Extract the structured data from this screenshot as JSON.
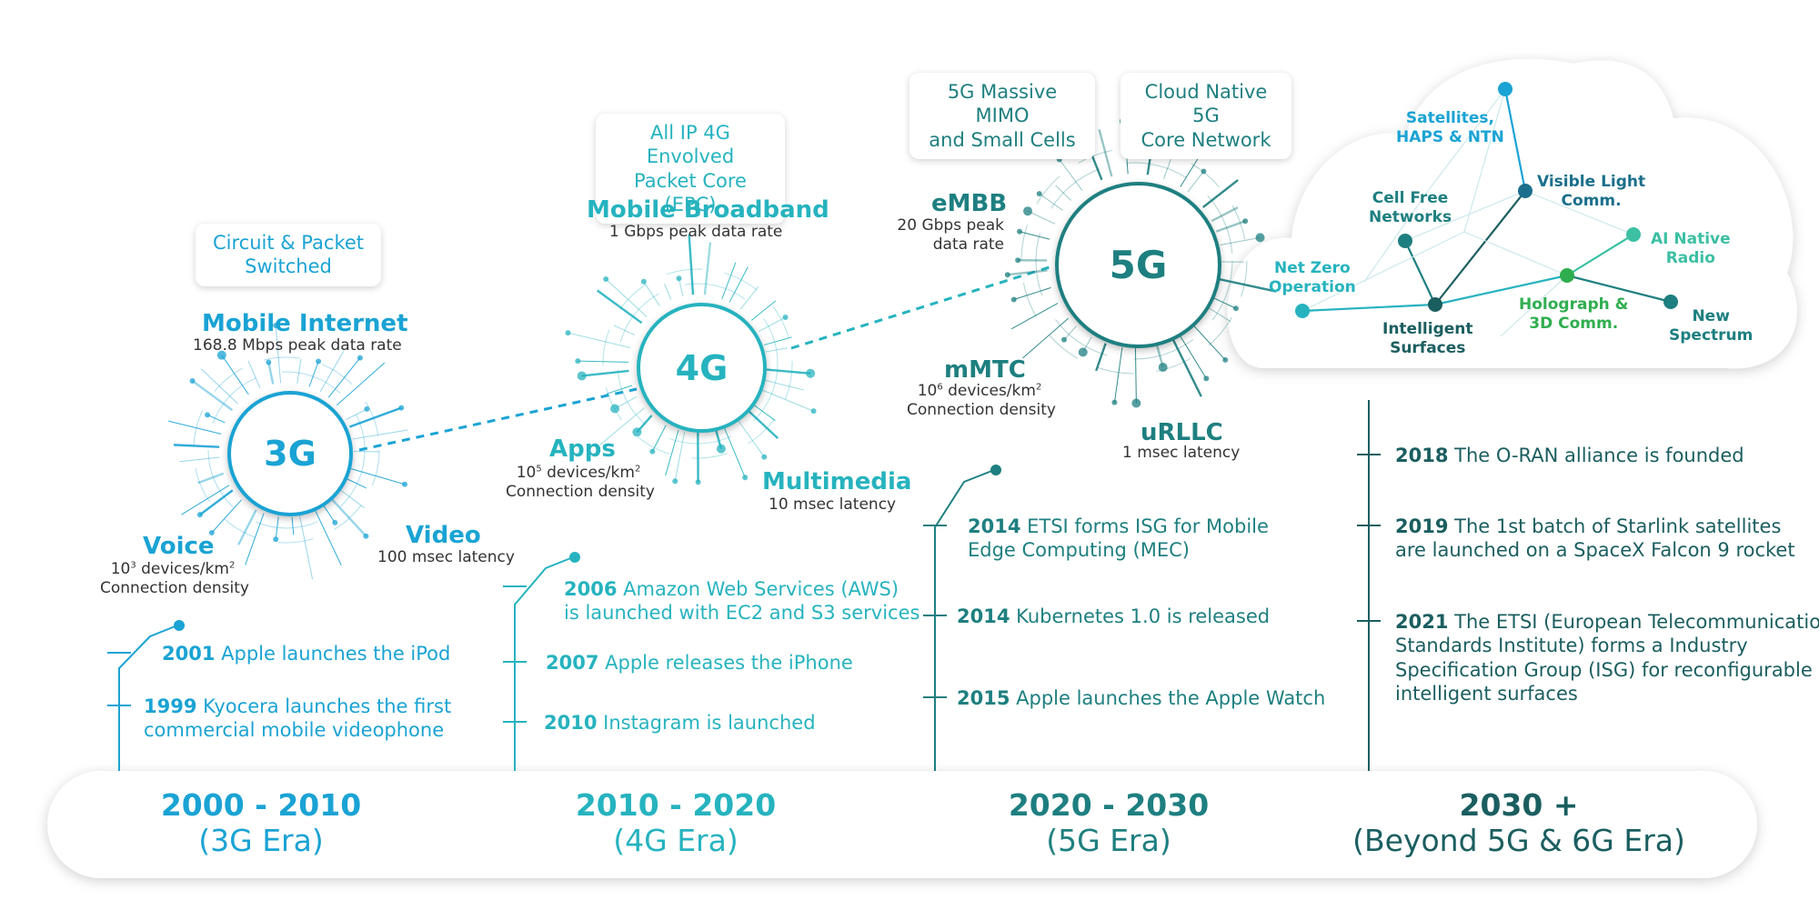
{
  "colors": {
    "g3": "#1aa3d4",
    "g4": "#26b3bf",
    "g5": "#1e7f80",
    "g6": "#1b5e60"
  },
  "eras": [
    {
      "years": "2000 - 2010",
      "name": "(3G Era)"
    },
    {
      "years": "2010 - 2020",
      "name": "(4G Era)"
    },
    {
      "years": "2020 - 2030",
      "name": "(5G Era)"
    },
    {
      "years": "2030 +",
      "name": "(Beyond 5G & 6G Era)"
    }
  ],
  "generations": {
    "g3": {
      "label": "3G",
      "bubble": [
        "Circuit & Packet",
        "Switched"
      ],
      "top": {
        "title": "Mobile Internet",
        "desc": "168.8 Mbps peak data rate"
      },
      "left": {
        "title": "Voice",
        "desc1_base": "10",
        "desc1_exp": "3",
        "desc1_rest": " devices/km",
        "desc1_exp2": "2",
        "desc2": "Connection density"
      },
      "right": {
        "title": "Video",
        "desc": "100 msec latency"
      }
    },
    "g4": {
      "label": "4G",
      "bubble": [
        "All IP 4G Envolved",
        "Packet Core (EPC)"
      ],
      "top": {
        "title": "Mobile Broadband",
        "desc": "1 Gbps peak data rate"
      },
      "left": {
        "title": "Apps",
        "desc1_base": "10",
        "desc1_exp": "5",
        "desc1_rest": " devices/km",
        "desc1_exp2": "2",
        "desc2": "Connection density"
      },
      "right": {
        "title": "Multimedia",
        "desc": "10 msec latency"
      }
    },
    "g5": {
      "label": "5G",
      "bubble1": [
        "5G Massive MIMO",
        "and Small Cells"
      ],
      "bubble2": [
        "Cloud Native 5G",
        "Core Network"
      ],
      "topleft": {
        "title": "eMBB",
        "desc1": "20 Gbps peak",
        "desc2": "data rate"
      },
      "left": {
        "title": "mMTC",
        "desc1_base": "10",
        "desc1_exp": "6",
        "desc1_rest": " devices/km",
        "desc1_exp2": "2",
        "desc2": "Connection density"
      },
      "bottom": {
        "title": "uRLLC",
        "desc": "1 msec latency"
      }
    }
  },
  "cloud_nodes": {
    "satellites": [
      "Satellites,",
      "HAPS & NTN"
    ],
    "visible_light": [
      "Visible Light",
      "Comm."
    ],
    "cell_free": [
      "Cell Free",
      "Networks"
    ],
    "ai_native": [
      "AI Native",
      "Radio"
    ],
    "net_zero": [
      "Net Zero",
      "Operation"
    ],
    "holograph": [
      "Holograph &",
      "3D Comm."
    ],
    "intelligent": [
      "Intelligent",
      "Surfaces"
    ],
    "new_spectrum": [
      "New",
      "Spectrum"
    ]
  },
  "events": {
    "e3a": {
      "year": "2001",
      "text": " Apple launches the iPod"
    },
    "e3b": {
      "year": "1999",
      "text": " Kyocera launches the first",
      "text2": "commercial mobile videophone"
    },
    "e4a": {
      "year": "2006",
      "text": " Amazon Web Services (AWS)",
      "text2": "is launched with EC2 and S3 services"
    },
    "e4b": {
      "year": "2007",
      "text": " Apple releases the iPhone"
    },
    "e4c": {
      "year": "2010",
      "text": " Instagram is launched"
    },
    "e5a": {
      "year": "2014",
      "text": " ETSI forms ISG for Mobile",
      "text2": "Edge Computing (MEC)"
    },
    "e5b": {
      "year": "2014",
      "text": " Kubernetes 1.0 is released"
    },
    "e5c": {
      "year": "2015",
      "text": " Apple launches the Apple Watch"
    },
    "e6a": {
      "year": "2018",
      "text": " The O-RAN alliance is founded"
    },
    "e6b": {
      "year": "2019",
      "text": " The 1st batch of Starlink satellites",
      "text2": "are launched on a SpaceX Falcon 9 rocket"
    },
    "e6c": {
      "year": "2021",
      "text": " The ETSI (European Telecommunications",
      "text2": "Standards Institute) forms a Industry",
      "text3": "Specification Group (ISG) for reconfigurable",
      "text4": "intelligent surfaces"
    }
  }
}
